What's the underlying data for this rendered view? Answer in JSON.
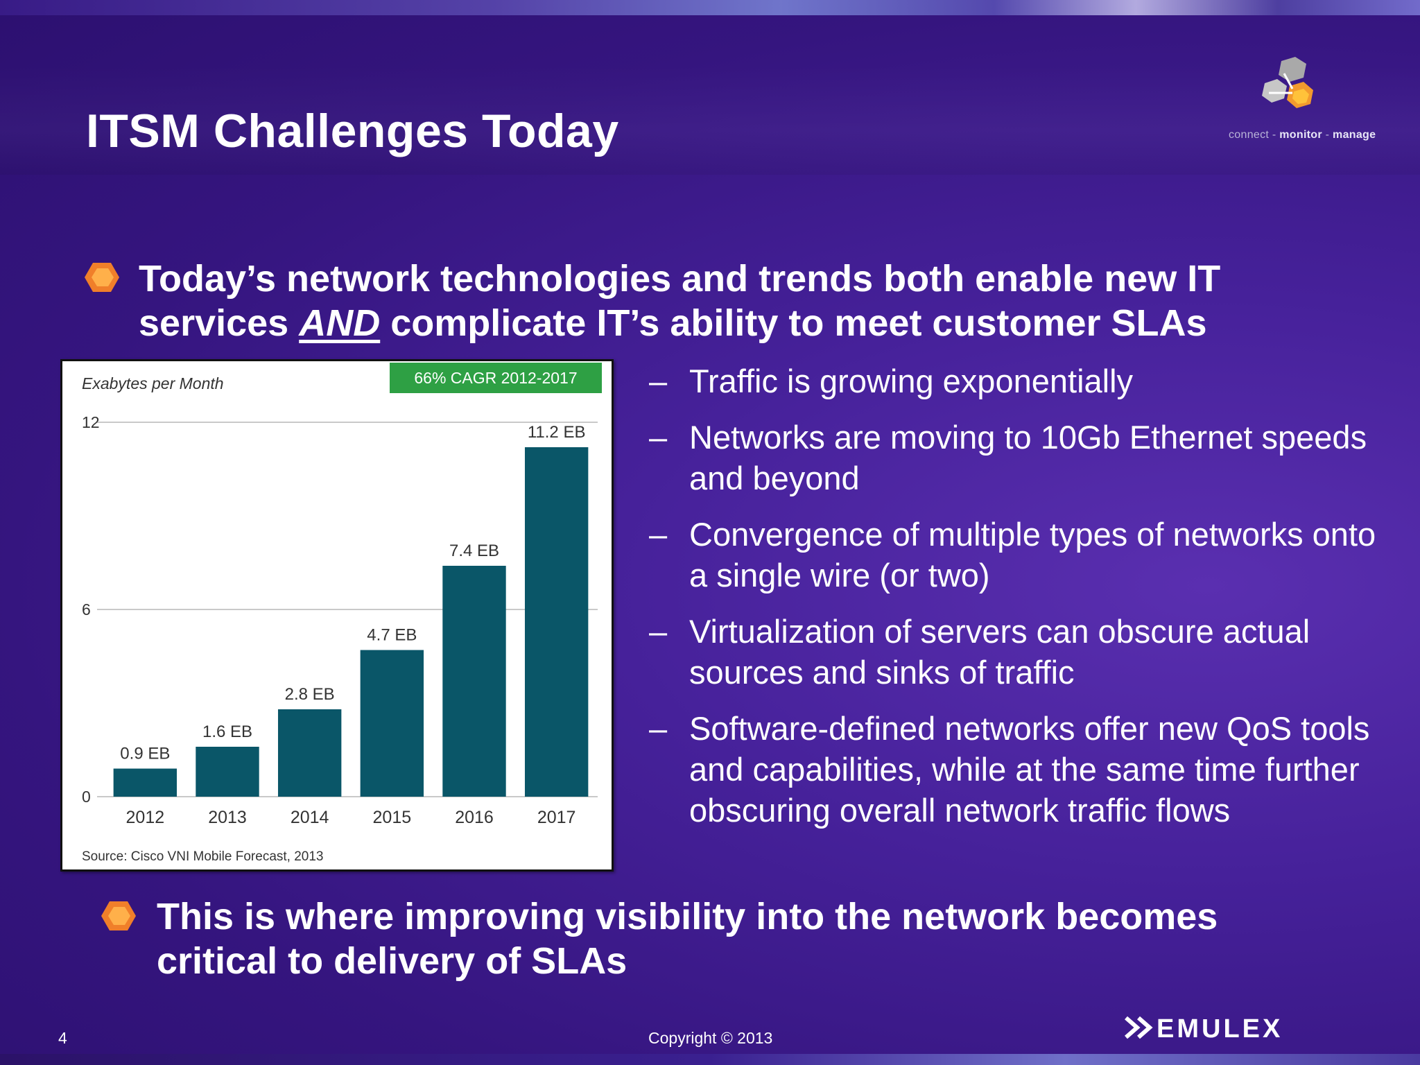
{
  "title": "ITSM Challenges Today",
  "logo": {
    "tagline_connect": "connect",
    "tagline_monitor": "monitor",
    "tagline_manage": "manage"
  },
  "bullet1": {
    "line1": "Today’s network technologies and trends both enable new IT",
    "line2_a": "services ",
    "line2_emph": "AND",
    "line2_b": " complicate IT’s ability to meet customer SLAs"
  },
  "sub_bullets": [
    {
      "dash": "–",
      "text": "Traffic is growing exponentially"
    },
    {
      "dash": "–",
      "text": "Networks are moving to 10Gb Ethernet speeds and beyond"
    },
    {
      "dash": "–",
      "text": "Convergence of multiple types of networks onto a single wire (or two)"
    },
    {
      "dash": "–",
      "text": "Virtualization of servers can obscure actual sources and sinks of traffic"
    },
    {
      "dash": "–",
      "text": "Software-defined networks offer new QoS tools and capabilities, while at the same time further obscuring overall network traffic flows"
    }
  ],
  "bullet2": {
    "text": "This is where improving visibility into the network becomes critical to delivery of SLAs"
  },
  "chart_data": {
    "type": "bar",
    "ylabel": "Exabytes per Month",
    "badge": "66% CAGR 2012-2017",
    "categories": [
      "2012",
      "2013",
      "2014",
      "2015",
      "2016",
      "2017"
    ],
    "values": [
      0.9,
      1.6,
      2.8,
      4.7,
      7.4,
      11.2
    ],
    "labels": [
      "0.9 EB",
      "1.6 EB",
      "2.8 EB",
      "4.7 EB",
      "7.4 EB",
      "11.2 EB"
    ],
    "yticks": [
      "0",
      "6",
      "12"
    ],
    "ylim": [
      0,
      12
    ],
    "grid": true,
    "source": "Source: Cisco VNI Mobile Forecast, 2013",
    "bar_color": "#0a5668",
    "badge_color": "#2ea044"
  },
  "footer": {
    "page_number": "4",
    "copyright": "Copyright © 2013",
    "brand": "EMULEX"
  }
}
